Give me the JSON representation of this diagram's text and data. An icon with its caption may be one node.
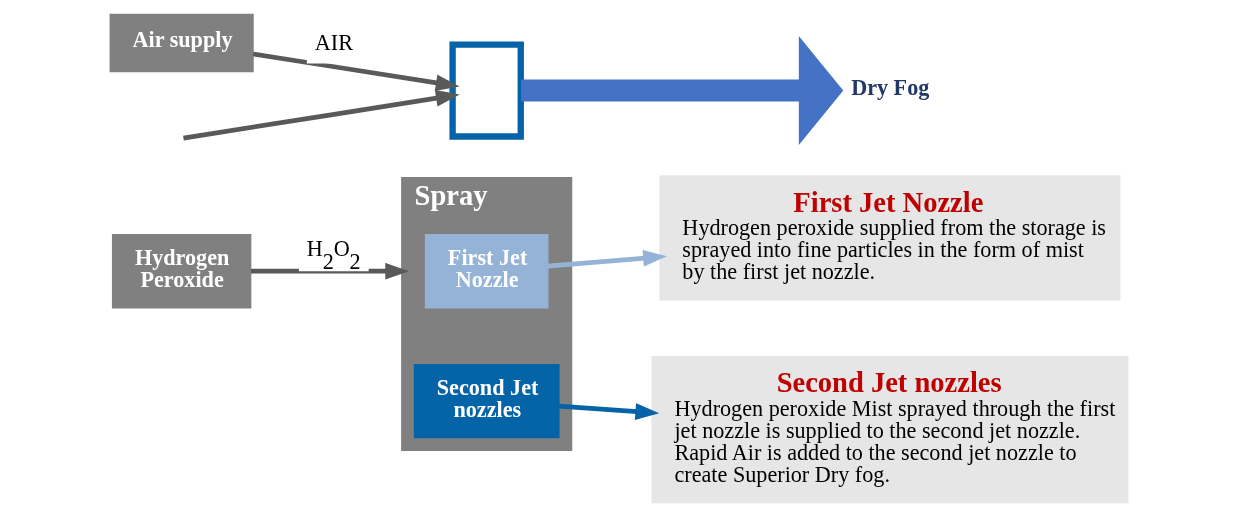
{
  "diagram": {
    "nodes": [
      {
        "text": [
          "First Jet Nozzle",
          "Hydrogen peroxide supplied from the storage is sprayed into fine particles in the form of mist by the first jet nozzle."
        ]
      },
      {
        "text": [
          "Second Jet nozzles",
          "Hydrogen peroxide Mist sprayed through the first jet nozzle is supplied to the second jet nozzle. Rapid Air is added to the second jet nozzle to create Superior Dry fog."
        ]
      },
      {
        "text": [
          "Spray"
        ]
      },
      {
        "text": [
          "First Jet Nozzle"
        ],
        "in": 2
      },
      {
        "text": [
          "Second Jet nozzles"
        ],
        "in": 2
      },
      {
        "text": [],
        "shape": "box"
      },
      {
        "text": [
          "Hydrogen Peroxide"
        ]
      },
      {
        "text": [
          "Air supply"
        ]
      },
      {
        "text": [
          "Dry Fog"
        ]
      }
    ],
    "edges": [
      {
        "from": 3,
        "to": 0,
        "arrow": "to",
        "color": "#95b3d7"
      },
      {
        "from": 4,
        "to": 1,
        "arrow": "to",
        "color": "#0563a8"
      },
      {
        "from": 6,
        "to": 2,
        "arrow": "to",
        "label": "H$_{2}$O$_{2}$"
      },
      {
        "from": 7,
        "to": 5,
        "arrow": "to",
        "label": "AIR"
      },
      {
        "from": null,
        "to": 5,
        "arrow": "to"
      },
      {
        "from": 5,
        "to": 8,
        "arrow": "to",
        "style": "thick",
        "color": "#4472c4"
      }
    ]
  }
}
